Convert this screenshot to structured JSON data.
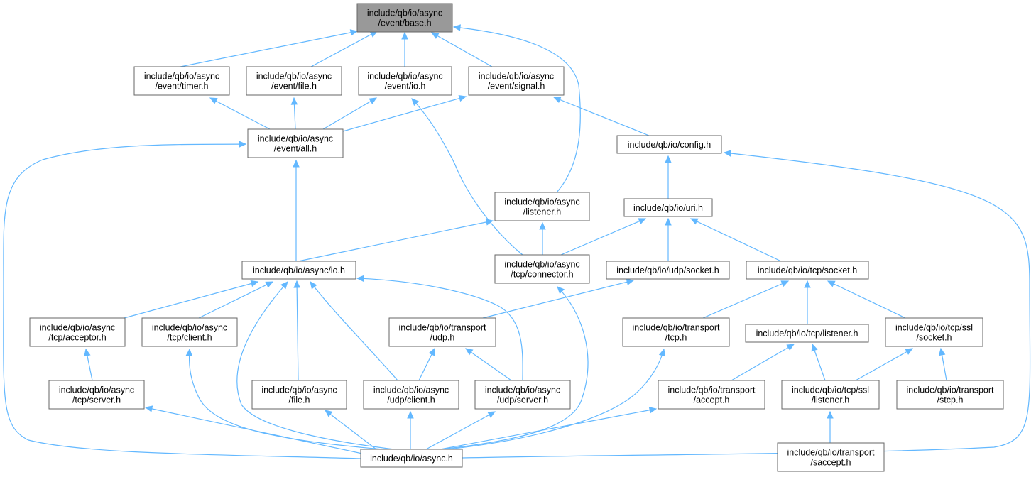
{
  "graph": {
    "nodes": [
      {
        "id": "base",
        "lines": [
          "include/qb/io/async",
          "/event/base.h"
        ],
        "root": true
      },
      {
        "id": "timer",
        "lines": [
          "include/qb/io/async",
          "/event/timer.h"
        ]
      },
      {
        "id": "efile",
        "lines": [
          "include/qb/io/async",
          "/event/file.h"
        ]
      },
      {
        "id": "eio",
        "lines": [
          "include/qb/io/async",
          "/event/io.h"
        ]
      },
      {
        "id": "signal",
        "lines": [
          "include/qb/io/async",
          "/event/signal.h"
        ]
      },
      {
        "id": "all",
        "lines": [
          "include/qb/io/async",
          "/event/all.h"
        ]
      },
      {
        "id": "config",
        "lines": [
          "include/qb/io/config.h"
        ]
      },
      {
        "id": "listener",
        "lines": [
          "include/qb/io/async",
          "/listener.h"
        ]
      },
      {
        "id": "uri",
        "lines": [
          "include/qb/io/uri.h"
        ]
      },
      {
        "id": "asyncio",
        "lines": [
          "include/qb/io/async/io.h"
        ]
      },
      {
        "id": "connector",
        "lines": [
          "include/qb/io/async",
          "/tcp/connector.h"
        ]
      },
      {
        "id": "udpsocket",
        "lines": [
          "include/qb/io/udp/socket.h"
        ]
      },
      {
        "id": "tcpsocket",
        "lines": [
          "include/qb/io/tcp/socket.h"
        ]
      },
      {
        "id": "acceptor",
        "lines": [
          "include/qb/io/async",
          "/tcp/acceptor.h"
        ]
      },
      {
        "id": "tcpclient",
        "lines": [
          "include/qb/io/async",
          "/tcp/client.h"
        ]
      },
      {
        "id": "udptransport",
        "lines": [
          "include/qb/io/transport",
          "/udp.h"
        ]
      },
      {
        "id": "tcptransport",
        "lines": [
          "include/qb/io/transport",
          "/tcp.h"
        ]
      },
      {
        "id": "tcplistener",
        "lines": [
          "include/qb/io/tcp/listener.h"
        ]
      },
      {
        "id": "sslsocket",
        "lines": [
          "include/qb/io/tcp/ssl",
          "/socket.h"
        ]
      },
      {
        "id": "tcpserver",
        "lines": [
          "include/qb/io/async",
          "/tcp/server.h"
        ]
      },
      {
        "id": "afile",
        "lines": [
          "include/qb/io/async",
          "/file.h"
        ]
      },
      {
        "id": "udpclient",
        "lines": [
          "include/qb/io/async",
          "/udp/client.h"
        ]
      },
      {
        "id": "udpserver",
        "lines": [
          "include/qb/io/async",
          "/udp/server.h"
        ]
      },
      {
        "id": "accept",
        "lines": [
          "include/qb/io/transport",
          "/accept.h"
        ]
      },
      {
        "id": "ssllistener",
        "lines": [
          "include/qb/io/tcp/ssl",
          "/listener.h"
        ]
      },
      {
        "id": "stcp",
        "lines": [
          "include/qb/io/transport",
          "/stcp.h"
        ]
      },
      {
        "id": "async",
        "lines": [
          "include/qb/io/async.h"
        ]
      },
      {
        "id": "saccept",
        "lines": [
          "include/qb/io/transport",
          "/saccept.h"
        ]
      }
    ],
    "edges": [
      [
        "timer",
        "base"
      ],
      [
        "efile",
        "base"
      ],
      [
        "eio",
        "base"
      ],
      [
        "signal",
        "base"
      ],
      [
        "listener",
        "base"
      ],
      [
        "all",
        "timer"
      ],
      [
        "all",
        "efile"
      ],
      [
        "all",
        "eio"
      ],
      [
        "all",
        "signal"
      ],
      [
        "config",
        "signal"
      ],
      [
        "connector",
        "eio"
      ],
      [
        "uri",
        "config"
      ],
      [
        "async",
        "config"
      ],
      [
        "asyncio",
        "all"
      ],
      [
        "async",
        "all"
      ],
      [
        "asyncio",
        "listener"
      ],
      [
        "connector",
        "listener"
      ],
      [
        "connector",
        "uri"
      ],
      [
        "udpsocket",
        "uri"
      ],
      [
        "tcpsocket",
        "uri"
      ],
      [
        "acceptor",
        "asyncio"
      ],
      [
        "tcpclient",
        "asyncio"
      ],
      [
        "afile",
        "asyncio"
      ],
      [
        "udpclient",
        "asyncio"
      ],
      [
        "udpserver",
        "asyncio"
      ],
      [
        "async",
        "asyncio"
      ],
      [
        "async",
        "connector"
      ],
      [
        "udptransport",
        "udpsocket"
      ],
      [
        "tcptransport",
        "tcpsocket"
      ],
      [
        "tcplistener",
        "tcpsocket"
      ],
      [
        "sslsocket",
        "tcpsocket"
      ],
      [
        "tcpserver",
        "acceptor"
      ],
      [
        "async",
        "tcpclient"
      ],
      [
        "udpclient",
        "udptransport"
      ],
      [
        "udpserver",
        "udptransport"
      ],
      [
        "async",
        "tcptransport"
      ],
      [
        "accept",
        "tcplistener"
      ],
      [
        "ssllistener",
        "tcplistener"
      ],
      [
        "ssllistener",
        "sslsocket"
      ],
      [
        "stcp",
        "sslsocket"
      ],
      [
        "async",
        "tcpserver"
      ],
      [
        "async",
        "afile"
      ],
      [
        "async",
        "udpclient"
      ],
      [
        "async",
        "udpserver"
      ],
      [
        "async",
        "accept"
      ],
      [
        "saccept",
        "ssllistener"
      ]
    ]
  }
}
